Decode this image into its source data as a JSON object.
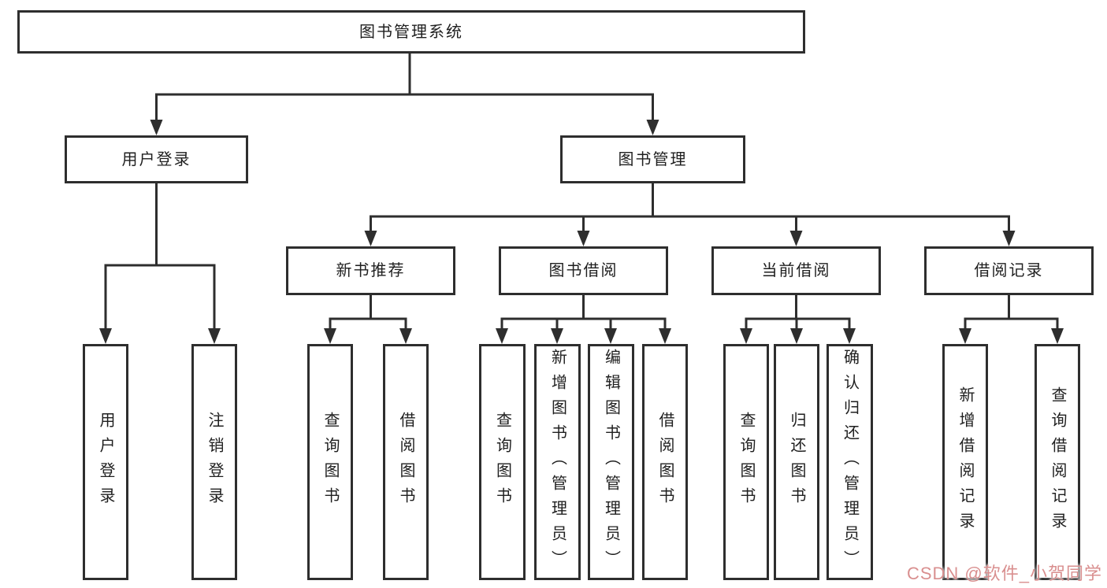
{
  "diagram_title": "图书管理系统",
  "tree": {
    "label": "图书管理系统",
    "children": [
      {
        "label": "用户登录",
        "children": [
          {
            "label": "用户登录"
          },
          {
            "label": "注销登录"
          }
        ]
      },
      {
        "label": "图书管理",
        "children": [
          {
            "label": "新书推荐",
            "children": [
              {
                "label": "查询图书"
              },
              {
                "label": "借阅图书"
              }
            ]
          },
          {
            "label": "图书借阅",
            "children": [
              {
                "label": "查询图书"
              },
              {
                "label": "新增图书（管理员）"
              },
              {
                "label": "编辑图书（管理员）"
              },
              {
                "label": "借阅图书"
              }
            ]
          },
          {
            "label": "当前借阅",
            "children": [
              {
                "label": "查询图书"
              },
              {
                "label": "归还图书"
              },
              {
                "label": "确认归还（管理员）"
              }
            ]
          },
          {
            "label": "借阅记录",
            "children": [
              {
                "label": "新增借阅记录"
              },
              {
                "label": "查询借阅记录"
              }
            ]
          }
        ]
      }
    ]
  },
  "watermark": {
    "text": "CSDN @软件_小贺同学"
  },
  "colors": {
    "line": "#2e2e2e",
    "box_border": "#2e2e2e",
    "background": "#ffffff",
    "watermark": "#d98f8f"
  }
}
